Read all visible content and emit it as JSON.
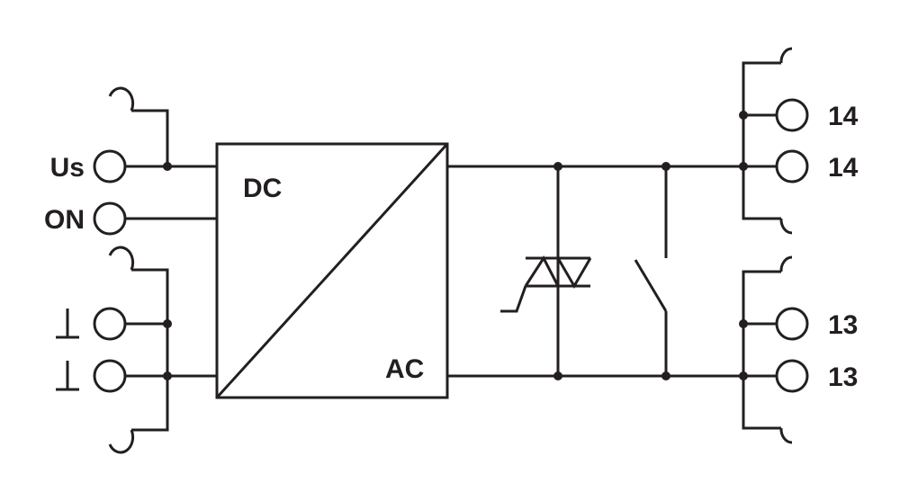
{
  "diagram": {
    "labels": {
      "us": "Us",
      "on": "ON",
      "gnd1": "⊥",
      "gnd2": "⊥",
      "block_in": "DC",
      "block_out": "AC",
      "out_top1": "14",
      "out_top2": "14",
      "out_bot1": "13",
      "out_bot2": "13"
    },
    "colors": {
      "line": "#231f20",
      "background": "#ffffff"
    }
  }
}
